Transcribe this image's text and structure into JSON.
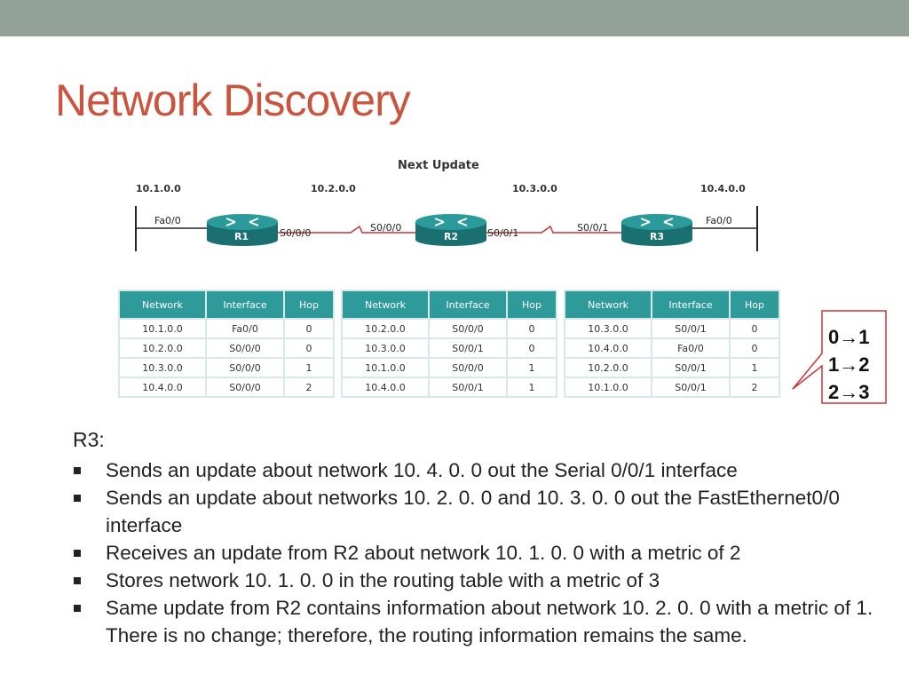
{
  "slide": {
    "title": "Network Discovery"
  },
  "diagram": {
    "heading": "Next Update",
    "networks": [
      "10.1.0.0",
      "10.2.0.0",
      "10.3.0.0",
      "10.4.0.0"
    ],
    "routers": [
      "R1",
      "R2",
      "R3"
    ],
    "interfaces": {
      "r1_left": "Fa0/0",
      "r1_right": "S0/0/0",
      "r2_left": "S0/0/0",
      "r2_right": "S0/0/1",
      "r3_left": "S0/0/1",
      "r3_right": "Fa0/0"
    }
  },
  "tables": [
    {
      "headers": [
        "Network",
        "Interface",
        "Hop"
      ],
      "rows": [
        [
          "10.1.0.0",
          "Fa0/0",
          "0"
        ],
        [
          "10.2.0.0",
          "S0/0/0",
          "0"
        ],
        [
          "10.3.0.0",
          "S0/0/0",
          "1"
        ],
        [
          "10.4.0.0",
          "S0/0/0",
          "2"
        ]
      ]
    },
    {
      "headers": [
        "Network",
        "Interface",
        "Hop"
      ],
      "rows": [
        [
          "10.2.0.0",
          "S0/0/0",
          "0"
        ],
        [
          "10.3.0.0",
          "S0/0/1",
          "0"
        ],
        [
          "10.1.0.0",
          "S0/0/0",
          "1"
        ],
        [
          "10.4.0.0",
          "S0/0/1",
          "1"
        ]
      ]
    },
    {
      "headers": [
        "Network",
        "Interface",
        "Hop"
      ],
      "rows": [
        [
          "10.3.0.0",
          "S0/0/1",
          "0"
        ],
        [
          "10.4.0.0",
          "Fa0/0",
          "0"
        ],
        [
          "10.2.0.0",
          "S0/0/1",
          "1"
        ],
        [
          "10.1.0.0",
          "S0/0/1",
          "2"
        ]
      ]
    }
  ],
  "callout": {
    "lines": [
      "0→1",
      "1→2",
      "2→3"
    ]
  },
  "content": {
    "heading": "R3:",
    "bullets": [
      "Sends an update about network 10. 4. 0. 0 out the Serial 0/0/1 interface",
      "Sends an update about networks 10. 2. 0. 0 and 10. 3. 0. 0 out the FastEthernet0/0 interface",
      "Receives an update from R2 about network 10. 1. 0. 0 with a metric of 2",
      "Stores network 10. 1. 0. 0 in the routing table with a metric of 3",
      "Same update from R2 contains information about network 10. 2. 0. 0 with a metric of 1. There is no change; therefore, the routing information remains the same."
    ]
  },
  "colors": {
    "top_bar": "#93a299",
    "title": "#c9553f",
    "table_header": "#2f9a9a",
    "router": "#1f8080",
    "serial_link": "#cc3333",
    "callout_border": "#cc3333"
  }
}
